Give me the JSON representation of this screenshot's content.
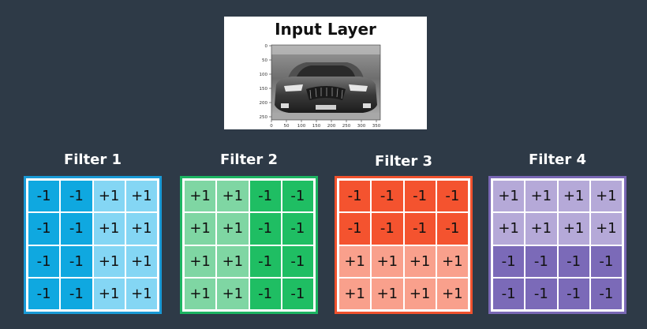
{
  "input": {
    "title": "Input Layer",
    "x_ticks": [
      "0",
      "50",
      "100",
      "150",
      "200",
      "250",
      "300",
      "350"
    ],
    "y_ticks": [
      "0",
      "50",
      "100",
      "150",
      "200",
      "250"
    ]
  },
  "filters": [
    {
      "title": "Filter 1",
      "border_color": "#1a9ad6",
      "colors": {
        "-1": "#0fa8e0",
        "+1": "#84d6f4"
      },
      "values": [
        [
          "-1",
          "-1",
          "+1",
          "+1"
        ],
        [
          "-1",
          "-1",
          "+1",
          "+1"
        ],
        [
          "-1",
          "-1",
          "+1",
          "+1"
        ],
        [
          "-1",
          "-1",
          "+1",
          "+1"
        ]
      ]
    },
    {
      "title": "Filter 2",
      "border_color": "#1db462",
      "colors": {
        "-1": "#1fbe63",
        "+1": "#7fd6a3"
      },
      "values": [
        [
          "+1",
          "+1",
          "-1",
          "-1"
        ],
        [
          "+1",
          "+1",
          "-1",
          "-1"
        ],
        [
          "+1",
          "+1",
          "-1",
          "-1"
        ],
        [
          "+1",
          "+1",
          "-1",
          "-1"
        ]
      ]
    },
    {
      "title": "Filter 3",
      "border_color": "#f0522e",
      "colors": {
        "-1": "#f4532f",
        "+1": "#f9a08c"
      },
      "values": [
        [
          "-1",
          "-1",
          "-1",
          "-1"
        ],
        [
          "-1",
          "-1",
          "-1",
          "-1"
        ],
        [
          "+1",
          "+1",
          "+1",
          "+1"
        ],
        [
          "+1",
          "+1",
          "+1",
          "+1"
        ]
      ]
    },
    {
      "title": "Filter 4",
      "border_color": "#7a68b5",
      "colors": {
        "-1": "#7b6ab8",
        "+1": "#b5a9d8"
      },
      "values": [
        [
          "+1",
          "+1",
          "+1",
          "+1"
        ],
        [
          "+1",
          "+1",
          "+1",
          "+1"
        ],
        [
          "-1",
          "-1",
          "-1",
          "-1"
        ],
        [
          "-1",
          "-1",
          "-1",
          "-1"
        ]
      ]
    }
  ]
}
